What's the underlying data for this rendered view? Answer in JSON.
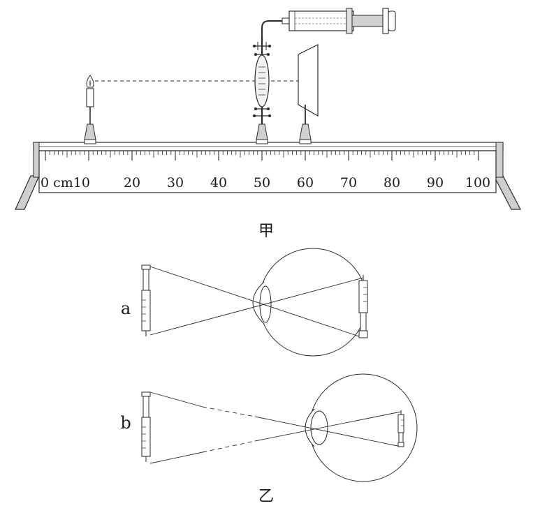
{
  "figure_a": {
    "caption": "甲",
    "scale_labels": [
      "0 cm10",
      "20",
      "30",
      "40",
      "50",
      "60",
      "70",
      "80",
      "90",
      "100"
    ],
    "components": {
      "candle": "candle-at-10cm",
      "water_lens": "water-lens-at-50cm",
      "screen": "screen-at-60cm",
      "syringe": "syringe"
    }
  },
  "figure_b": {
    "caption": "乙",
    "label_a": "a",
    "label_b": "b"
  }
}
